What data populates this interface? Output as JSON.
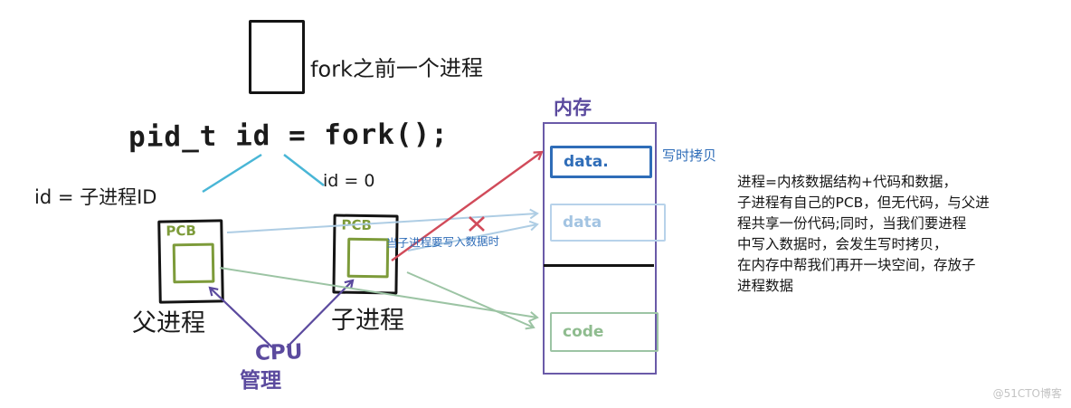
{
  "legend": {
    "box_label": "fork之前一个进程"
  },
  "code_line": "pid_t id = fork();",
  "branch_left": "id = 子进程ID",
  "branch_right": "id = 0",
  "parent": {
    "pcb": "PCB",
    "label": "父进程"
  },
  "child": {
    "pcb": "PCB",
    "label": "子进程"
  },
  "cpu": {
    "line1": "CPU",
    "line2": "管理"
  },
  "memory": {
    "title": "内存",
    "data_new": "data.",
    "data_shared": "data",
    "code": "code",
    "cow_label": "写时拷贝"
  },
  "write_note": "当子进程要写入数据时",
  "note_lines": [
    "进程=内核数据结构+代码和数据，",
    "子进程有自己的PCB，但无代码，与父进",
    "程共享一份代码;同时，当我们要进程",
    "中写入数据时，会发生写时拷贝，",
    "在内存中帮我们再开一块空间，存放子",
    "进程数据"
  ],
  "watermark": "@51CTO博客",
  "colors": {
    "red": "#d14b5a",
    "purple": "#5b4a9e",
    "blue": "#2f6db8",
    "olive": "#7d9b3a",
    "green_arrow": "#9cc4a4",
    "light_blue_arrow": "#aecde4",
    "cyan": "#49b6d6"
  }
}
